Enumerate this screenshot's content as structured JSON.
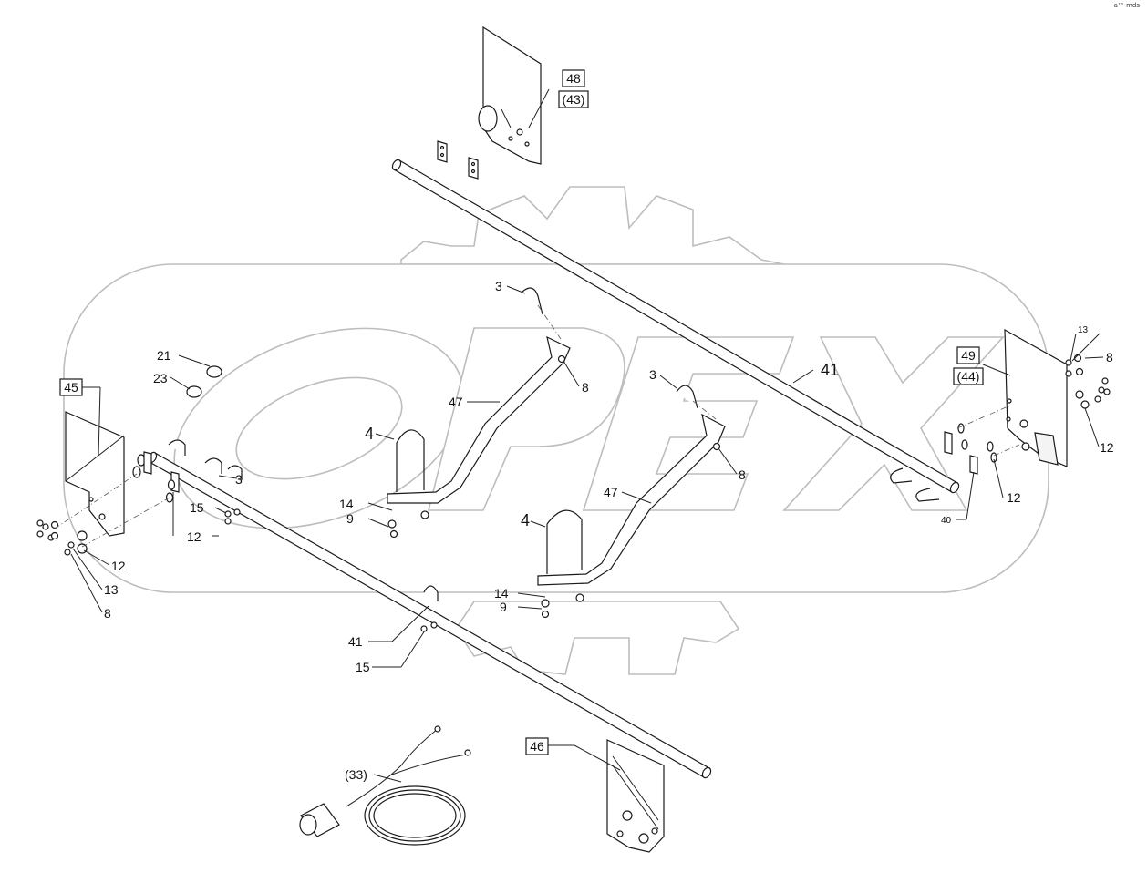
{
  "corner_mark": "a™ mds",
  "watermark": {
    "text": "OPEX",
    "type": "logo"
  },
  "labels": {
    "l48": "48",
    "l43": "(43)",
    "l49": "49",
    "l44": "(44)",
    "l45": "45",
    "l46": "46",
    "l41a": "41",
    "l41b": "41",
    "l47a": "47",
    "l47b": "47",
    "l3a": "3",
    "l3b": "3",
    "l3c": "3",
    "l4a": "4",
    "l4b": "4",
    "l8a": "8",
    "l8b": "8",
    "l8c": "8",
    "l8d": "8",
    "l9a": "9",
    "l9b": "9",
    "l12a": "12",
    "l12b": "12",
    "l12c": "12",
    "l12d": "12",
    "l13a": "13",
    "l13b": "13",
    "l14a": "14",
    "l14b": "14",
    "l15a": "15",
    "l15b": "15",
    "l21": "21",
    "l23": "23",
    "l40": "40",
    "l33": "(33)"
  }
}
